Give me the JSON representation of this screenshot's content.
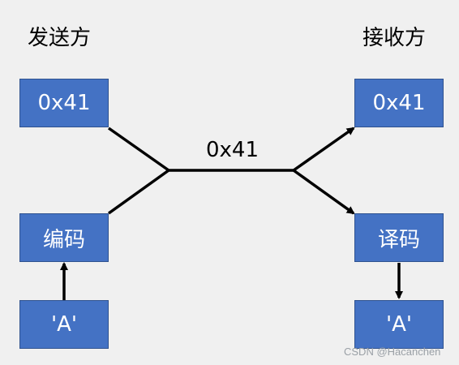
{
  "sender": {
    "heading": "发送方",
    "value_box": "0x41",
    "encode_box": "编码",
    "char_box": "'A'"
  },
  "receiver": {
    "heading": "接收方",
    "value_box": "0x41",
    "decode_box": "译码",
    "char_box": "'A'"
  },
  "channel": {
    "label": "0x41"
  },
  "watermark": "CSDN @Hacanchen",
  "colors": {
    "box_fill": "#4472c4",
    "box_border": "#2f528f",
    "box_text": "#ffffff",
    "line": "#000000",
    "background": "#f0f0f0"
  }
}
